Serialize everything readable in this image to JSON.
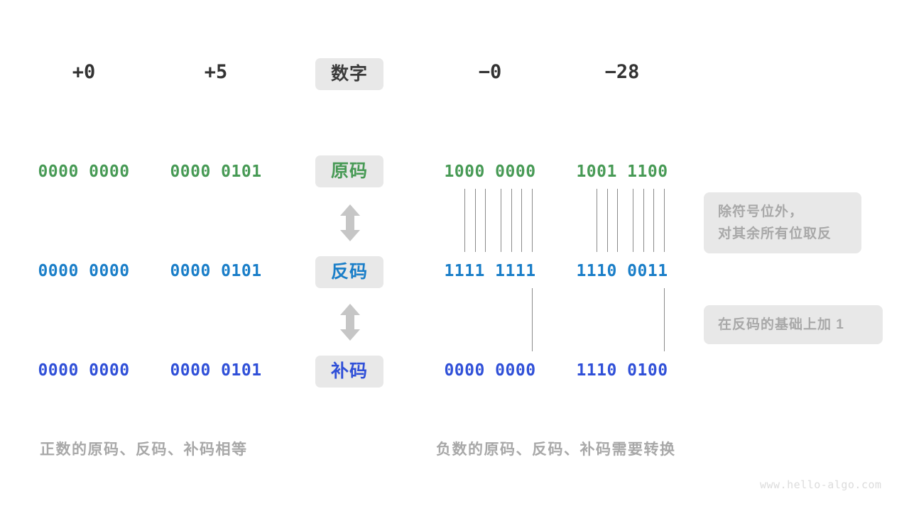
{
  "figure": {
    "watermark": "www.hello-algo.com"
  },
  "columns": {
    "headers": [
      {
        "label": "+0",
        "kind": "number"
      },
      {
        "label": "+5",
        "kind": "number"
      },
      {
        "label": "数字",
        "kind": "chip"
      },
      {
        "label": "−0",
        "kind": "number"
      },
      {
        "label": "−28",
        "kind": "number"
      }
    ]
  },
  "rows": [
    {
      "label": "原码",
      "label_color": "#479a55",
      "value_color": "#479a55",
      "values": [
        "0000 0000",
        "0000 0101",
        "1000 0000",
        "1001 1100"
      ]
    },
    {
      "label": "反码",
      "label_color": "#1a7ec8",
      "value_color": "#1a7ec8",
      "values": [
        "0000 0000",
        "0000 0101",
        "1111 1111",
        "1110 0011"
      ]
    },
    {
      "label": "补码",
      "label_color": "#3050d8",
      "value_color": "#3050d8",
      "values": [
        "0000 0000",
        "0000 0101",
        "0000 0000",
        "1110 0100"
      ]
    }
  ],
  "notes": [
    {
      "lines": [
        "除符号位外，",
        "对其余所有位取反"
      ]
    },
    {
      "lines": [
        "在反码的基础上加 1"
      ]
    }
  ],
  "captions": {
    "left": "正数的原码、反码、补码相等",
    "right": "负数的原码、反码、补码需要转换"
  },
  "icons": {
    "transform_arrow": "double-arrow-up-down-icon"
  }
}
